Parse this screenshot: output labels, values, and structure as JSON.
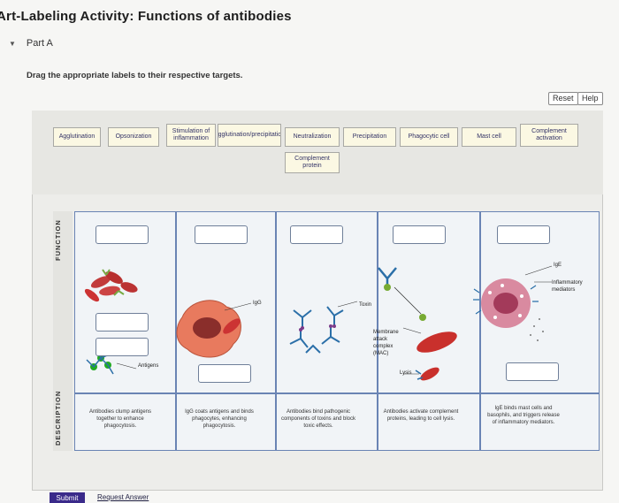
{
  "header": {
    "title": "Art-Labeling Activity: Functions of antibodies",
    "part": "Part A",
    "instructions": "Drag the appropriate labels to their respective targets."
  },
  "controls": {
    "reset": "Reset",
    "help": "Help"
  },
  "label_bank": [
    "Agglutination",
    "Opsonization",
    "Stimulation of inflammation",
    "Agglutination/precipitation",
    "Neutralization",
    "Precipitation",
    "Phagocytic cell",
    "Mast cell",
    "Complement activation",
    "Complement protein"
  ],
  "grid": {
    "function_label": "FUNCTION",
    "description_label": "DESCRIPTION"
  },
  "descriptions": [
    "Antibodies clump antigens together to enhance phagocytosis.",
    "IgG coats antigens and binds phagocytes, enhancing phagocytosis.",
    "Antibodies bind pathogenic components of toxins and block toxic effects.",
    "Antibodies activate complement proteins, leading to cell lysis.",
    "IgE binds mast cells and basophils, and triggers release of inflammatory mediators."
  ],
  "captions": {
    "antigens": "Antigens",
    "igg": "IgG",
    "toxin": "Toxin",
    "membrane": "Membrane attack complex (MAC)",
    "lysis": "Lysis",
    "ige": "IgE",
    "inflammatory": "Inflammatory mediators"
  },
  "footer": {
    "submit": "Submit",
    "request_answer": "Request Answer"
  },
  "colors": {
    "grid": "#6a84b4",
    "tile": "#fbf8e3",
    "submit": "#3a2a8a"
  }
}
